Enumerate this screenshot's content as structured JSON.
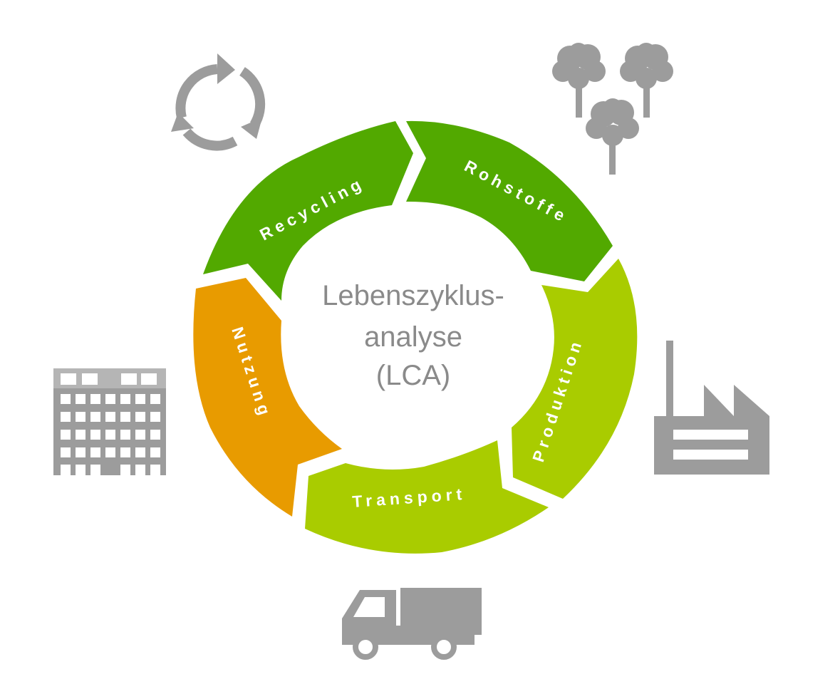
{
  "center": {
    "line1": "Lebenszyklus-",
    "line2": "analyse",
    "line3": "(LCA)"
  },
  "segments": [
    {
      "id": "rohstoffe",
      "label": "Rohstoffe",
      "color": "#52a900"
    },
    {
      "id": "produktion",
      "label": "Produktion",
      "color": "#a9cc00"
    },
    {
      "id": "transport",
      "label": "Transport",
      "color": "#a9cc00"
    },
    {
      "id": "nutzung",
      "label": "Nutzung",
      "color": "#e89b00"
    },
    {
      "id": "recycling",
      "label": "Recycling",
      "color": "#52a900"
    }
  ],
  "icons": {
    "color": "#9c9c9c",
    "recycling": "recycle-arrows-icon",
    "rohstoffe": "trees-icon",
    "produktion": "factory-icon",
    "transport": "truck-icon",
    "nutzung": "building-icon"
  }
}
